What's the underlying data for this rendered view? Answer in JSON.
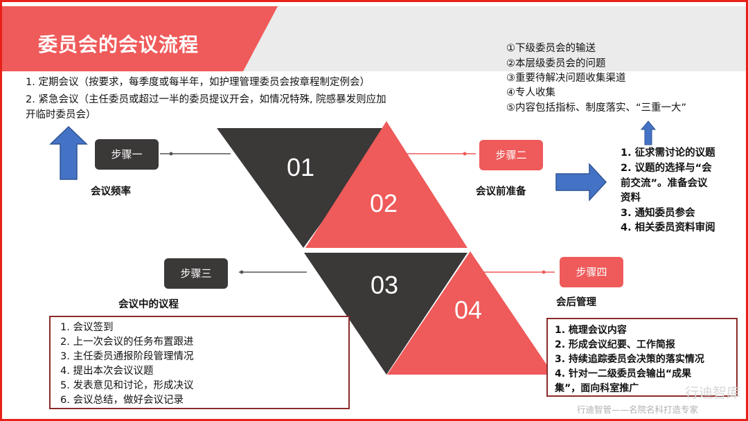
{
  "title": "委员会的会议流程",
  "meeting_types": [
    "1. 定期会议（按要求，每季度或每半年，如护理管理委员会按章程制定例会）",
    "2. 紧急会议（主任委员或超过一半的委员提议开会，如情况特殊, 院感暴发则应加",
    "开临时委员会）"
  ],
  "agenda_sources": [
    "①下级委员会的输送",
    "②本层级委员会的问题",
    "③重要待解决问题收集渠道",
    "④专人收集",
    "⑤内容包括指标、制度落实、“三重一大”"
  ],
  "steps": [
    {
      "label": "步骤一",
      "caption": "会议频率",
      "number": "01"
    },
    {
      "label": "步骤二",
      "caption": "会议前准备",
      "number": "02"
    },
    {
      "label": "步骤三",
      "caption": "会议中的议程",
      "number": "03"
    },
    {
      "label": "步骤四",
      "caption": "会后管理",
      "number": "04"
    }
  ],
  "preparation_items": [
    "1. 征求需讨论的议题",
    "2. 议题的选择与“会",
    "前交流”。准备会议",
    "资料",
    "3. 通知委员参会",
    "4. 相关委员资料审阅"
  ],
  "agenda_items": [
    "1. 会议签到",
    "2. 上一次会议的任务布置跟进",
    "3. 主任委员通报阶段管理情况",
    "4. 提出本次会议议题",
    "5. 发表意见和讨论，形成决议",
    "6. 会议总结，做好会议记录"
  ],
  "post_items": [
    "1. 梳理会议内容",
    "2. 形成会议纪要、工作简报",
    "3. 持续追踪委员会决策的落实情况",
    "4. 针对一二级委员会输出“成果",
    "集”，面向科室推广"
  ],
  "watermark": {
    "logo": "行迪智库",
    "tagline": "行迪智管——名院名科打造专家"
  },
  "colors": {
    "accent_red": "#ef5a5a",
    "dark": "#3b3838",
    "arrow_blue": "#4472c4",
    "border_red": "#e8201a"
  }
}
